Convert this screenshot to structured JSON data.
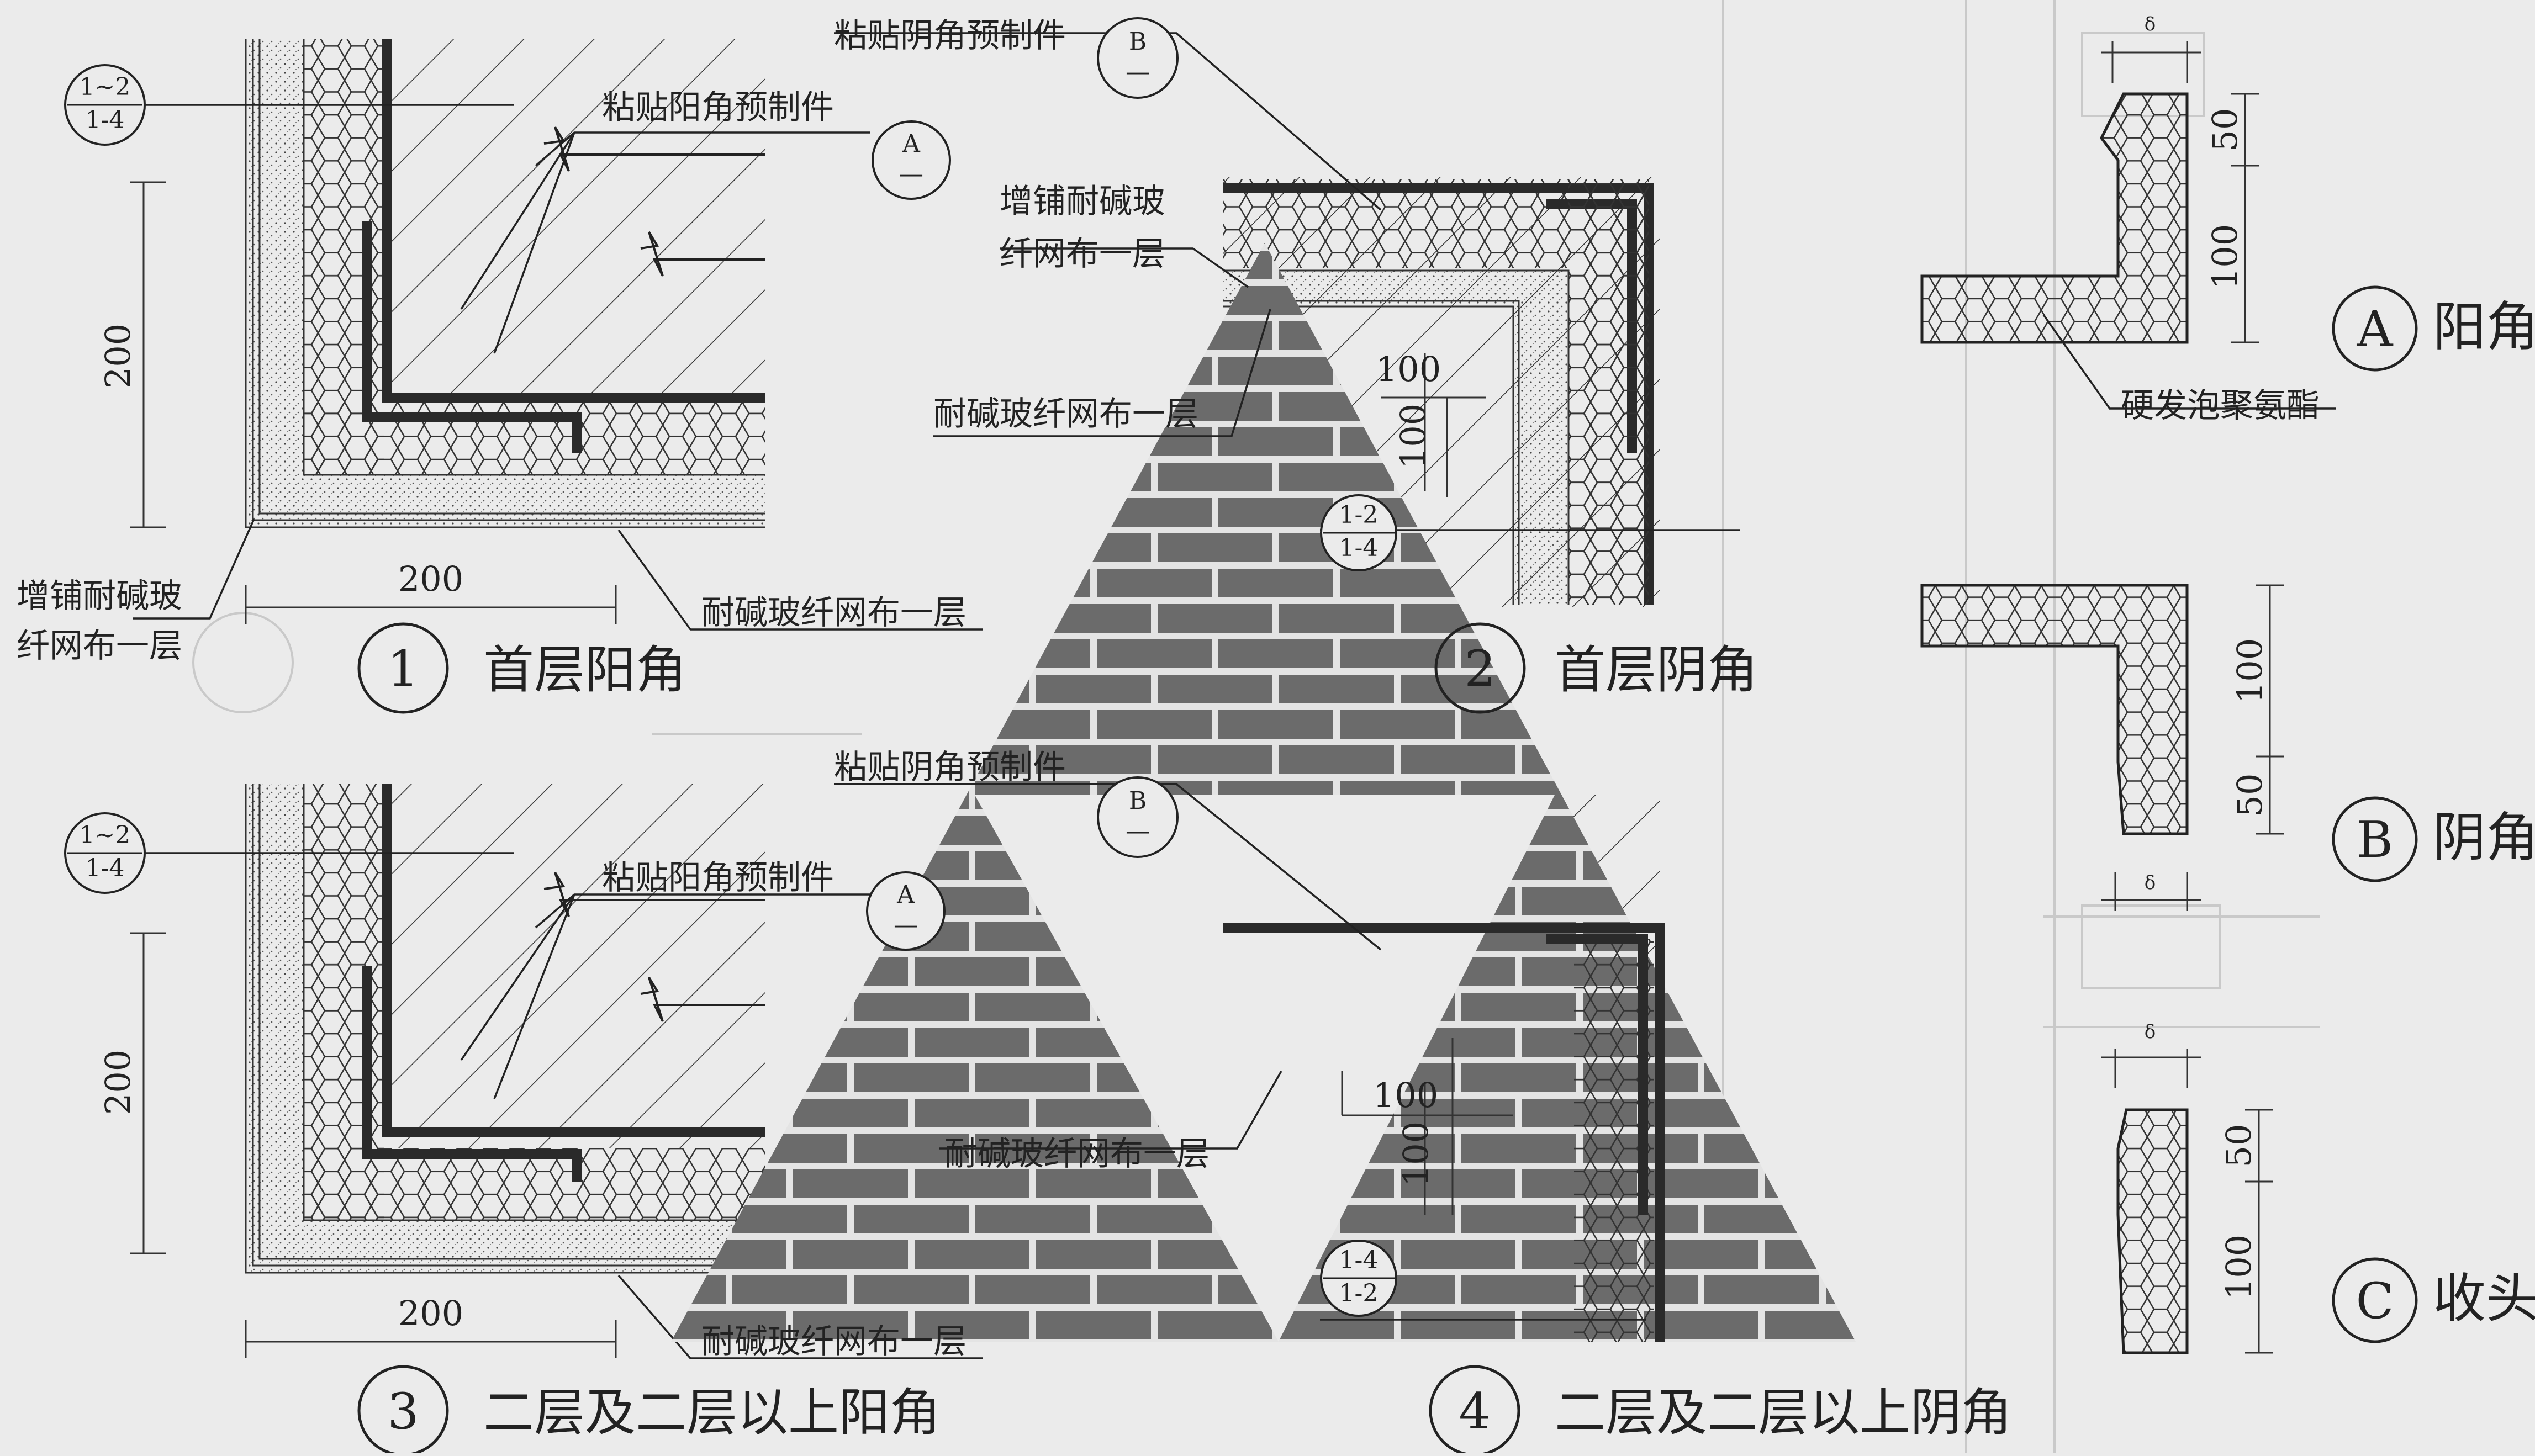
{
  "labels": {
    "paste_external_corner_piece": "粘贴阳角预制件",
    "paste_internal_corner_piece": "粘贴阴角预制件",
    "extra_mesh_line1": "增铺耐碱玻",
    "extra_mesh_line2": "纤网布一层",
    "mesh_one_layer": "耐碱玻纤网布一层",
    "rigid_foam": "硬发泡聚氨酯"
  },
  "dimensions": {
    "d200": "200",
    "d100": "100",
    "d50": "50",
    "delta": "δ"
  },
  "refs": {
    "A_letter": "A",
    "B_letter": "B",
    "C_letter": "C",
    "dash": "—",
    "r12": "1~2",
    "r14": "1-4",
    "r12b": "1-2"
  },
  "details": [
    {
      "num": "1",
      "title": "首层阳角"
    },
    {
      "num": "2",
      "title": "首层阴角"
    },
    {
      "num": "3",
      "title": "二层及二层以上阳角"
    },
    {
      "num": "4",
      "title": "二层及二层以上阴角"
    }
  ],
  "sections": [
    {
      "letter": "A",
      "label": "阳角"
    },
    {
      "letter": "B",
      "label": "阴角"
    },
    {
      "letter": "C",
      "label": "收头"
    }
  ],
  "colors": {
    "background": "#ebebeb",
    "brick": "#6b6b6b",
    "mortar": "#e4e4e4",
    "ink": "#222222"
  }
}
